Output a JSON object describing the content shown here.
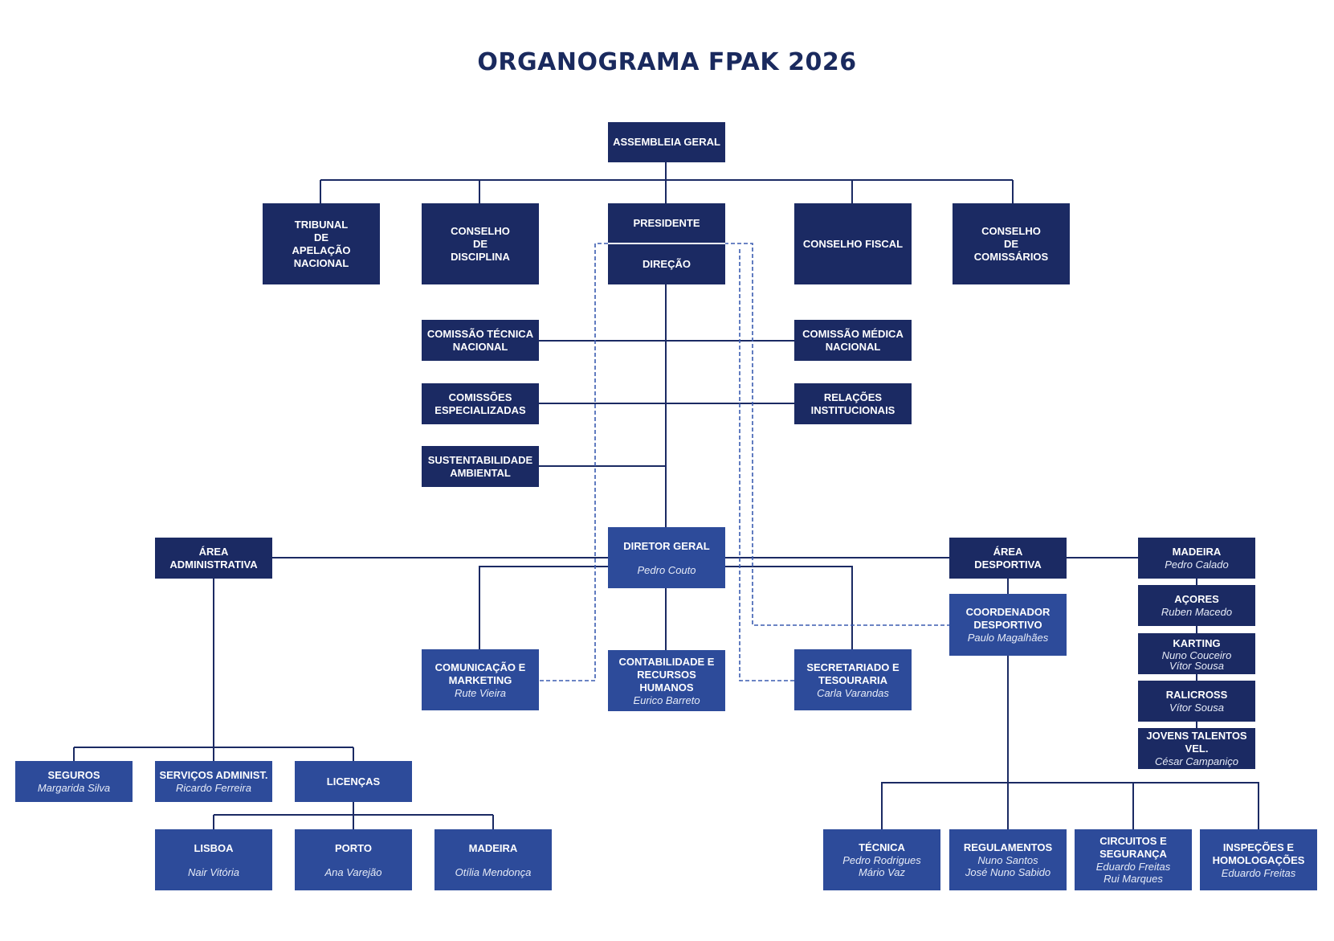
{
  "title": "ORGANOGRAMA FPAK 2026",
  "colors": {
    "dark_box": "#1b2a63",
    "light_box": "#2d4b9a",
    "line": "#1b2a63",
    "dashed_line": "#3a5bb0"
  },
  "nodes": {
    "assembleia": {
      "title": "ASSEMBLEIA GERAL"
    },
    "tribunal": {
      "title": "TRIBUNAL\nDE\nAPELAÇÃO NACIONAL"
    },
    "disciplina": {
      "title": "CONSELHO\nDE\nDISCIPLINA"
    },
    "presidente": {
      "title": "PRESIDENTE"
    },
    "direcao": {
      "title": "DIREÇÃO"
    },
    "fiscal": {
      "title": "CONSELHO FISCAL"
    },
    "comissarios": {
      "title": "CONSELHO\nDE\nCOMISSÁRIOS"
    },
    "comissao_tecnica": {
      "title": "COMISSÃO TÉCNICA\nNACIONAL"
    },
    "comissao_medica": {
      "title": "COMISSÃO MÉDICA\nNACIONAL"
    },
    "comissoes_esp": {
      "title": "COMISSÕES\nESPECIALIZADAS"
    },
    "relacoes": {
      "title": "RELAÇÕES\nINSTITUCIONAIS"
    },
    "sustentabilidade": {
      "title": "SUSTENTABILIDADE\nAMBIENTAL"
    },
    "diretor_geral": {
      "title": "DIRETOR GERAL",
      "person": "Pedro Couto"
    },
    "area_admin": {
      "title": "ÁREA\nADMINISTRATIVA"
    },
    "area_desp": {
      "title": "ÁREA\nDESPORTIVA"
    },
    "comunicacao": {
      "title": "COMUNICAÇÃO E\nMARKETING",
      "person": "Rute Vieira"
    },
    "contabilidade": {
      "title": "CONTABILIDADE E\nRECURSOS HUMANOS",
      "person": "Eurico Barreto"
    },
    "secretariado": {
      "title": "SECRETARIADO E\nTESOURARIA",
      "person": "Carla Varandas"
    },
    "coordenador": {
      "title": "COORDENADOR\nDESPORTIVO",
      "person": "Paulo Magalhães"
    },
    "madeira_desp": {
      "title": "MADEIRA",
      "person": "Pedro Calado"
    },
    "acores": {
      "title": "AÇORES",
      "person": "Ruben Macedo"
    },
    "karting": {
      "title": "KARTING",
      "person": "Nuno Couceiro\nVítor Sousa"
    },
    "ralicross": {
      "title": "RALICROSS",
      "person": "Vítor Sousa"
    },
    "jovens": {
      "title": "JOVENS TALENTOS VEL.",
      "person": "César Campaniço"
    },
    "seguros": {
      "title": "SEGUROS",
      "person": "Margarida Silva"
    },
    "servicos": {
      "title": "SERVIÇOS ADMINIST.",
      "person": "Ricardo Ferreira"
    },
    "licencas": {
      "title": "LICENÇAS"
    },
    "lisboa": {
      "title": "LISBOA",
      "person": "Nair Vitória"
    },
    "porto": {
      "title": "PORTO",
      "person": "Ana Varejão"
    },
    "madeira_lic": {
      "title": "MADEIRA",
      "person": "Otília Mendonça"
    },
    "tecnica": {
      "title": "TÉCNICA",
      "person": "Pedro Rodrigues\nMário Vaz"
    },
    "regulamentos": {
      "title": "REGULAMENTOS",
      "person": "Nuno Santos\nJosé Nuno Sabido"
    },
    "circuitos": {
      "title": "CIRCUITOS E\nSEGURANÇA",
      "person": "Eduardo Freitas\nRui Marques"
    },
    "inspecoes": {
      "title": "INSPEÇÕES E\nHOMOLOGAÇÕES",
      "person": "Eduardo Freitas"
    }
  }
}
